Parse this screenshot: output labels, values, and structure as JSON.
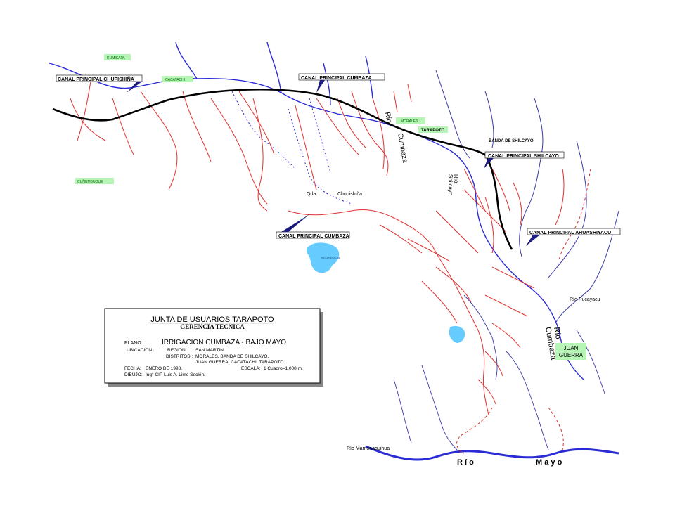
{
  "colors": {
    "canal_main": "#000000",
    "lateral": "#e03030",
    "river": "#2b2bd6",
    "tributary": "#3a3aa8",
    "lake": "#66ccff",
    "district_tag": "#b6f5b6",
    "canal_flag": "#1a1a80"
  },
  "districts": {
    "rumisapa": "RUMISAPA",
    "cacatachi": "CACATACHI",
    "cunumbuque": "CUÑUMBUQUE",
    "morales": "MORALES",
    "tarapoto": "TARAPOTO",
    "juan_guerra_1": "JUAN",
    "juan_guerra_2": "GUERRA"
  },
  "canals": {
    "chupishina": "CANAL PRINCIPAL CHUPISHIÑA",
    "cumbaza_north": "CANAL PRINCIPAL CUMBAZA",
    "shilcayo": "CANAL PRINCIPAL SHILCAYO",
    "cumbaza_south": "CANAL PRINCIPAL CUMBAZA",
    "ahuashiyacu": "CANAL PRINCIPAL AHUASHIYACU"
  },
  "rivers": {
    "rio_label": "Río",
    "cumbaza_label": "Cumbaza",
    "rio_cumbaza_lower_1": "Río",
    "rio_cumbaza_lower_2": "Cumbaza",
    "shilcayo_1": "Río",
    "shilcayo_2": "Shilcayo",
    "pucayacu": "Río Pucayacu",
    "mamonaquihua": "Río Mamonaquihua",
    "mayo_1": "R í o",
    "mayo_2": "M a y o",
    "qda": "Qda.",
    "chupishina": "Chupishiña"
  },
  "places": {
    "banda_shilcayo": "BANDA DE SHILCAYO",
    "lake_name": "RICURICOCHA"
  },
  "title_block": {
    "org": "JUNTA DE USUARIOS TARAPOTO",
    "dept": "GERENCIA TECNICA",
    "plano_label": "PLANO:",
    "plano_value": "IRRIGACION CUMBAZA - BAJO MAYO",
    "ubicacion_label": "UBICACION :",
    "region_label": "REGION:",
    "region_value": "SAN MARTIN",
    "distritos_label": "DISTRITOS :",
    "distritos_line1": "MORALES, BANDA DE SHILCAYO,",
    "distritos_line2": "JUAN GUERRA, CACATACHI, TARAPOTO",
    "fecha_label": "FECHA:",
    "fecha_value": "ENERO DE 1998.",
    "escala_label": "ESCALA:",
    "escala_value": "1 Cuadro=1,000 m.",
    "dibujo_label": "DIBUJO:",
    "dibujo_value": "Ing° CIP Luis A. Limo Seclén."
  }
}
